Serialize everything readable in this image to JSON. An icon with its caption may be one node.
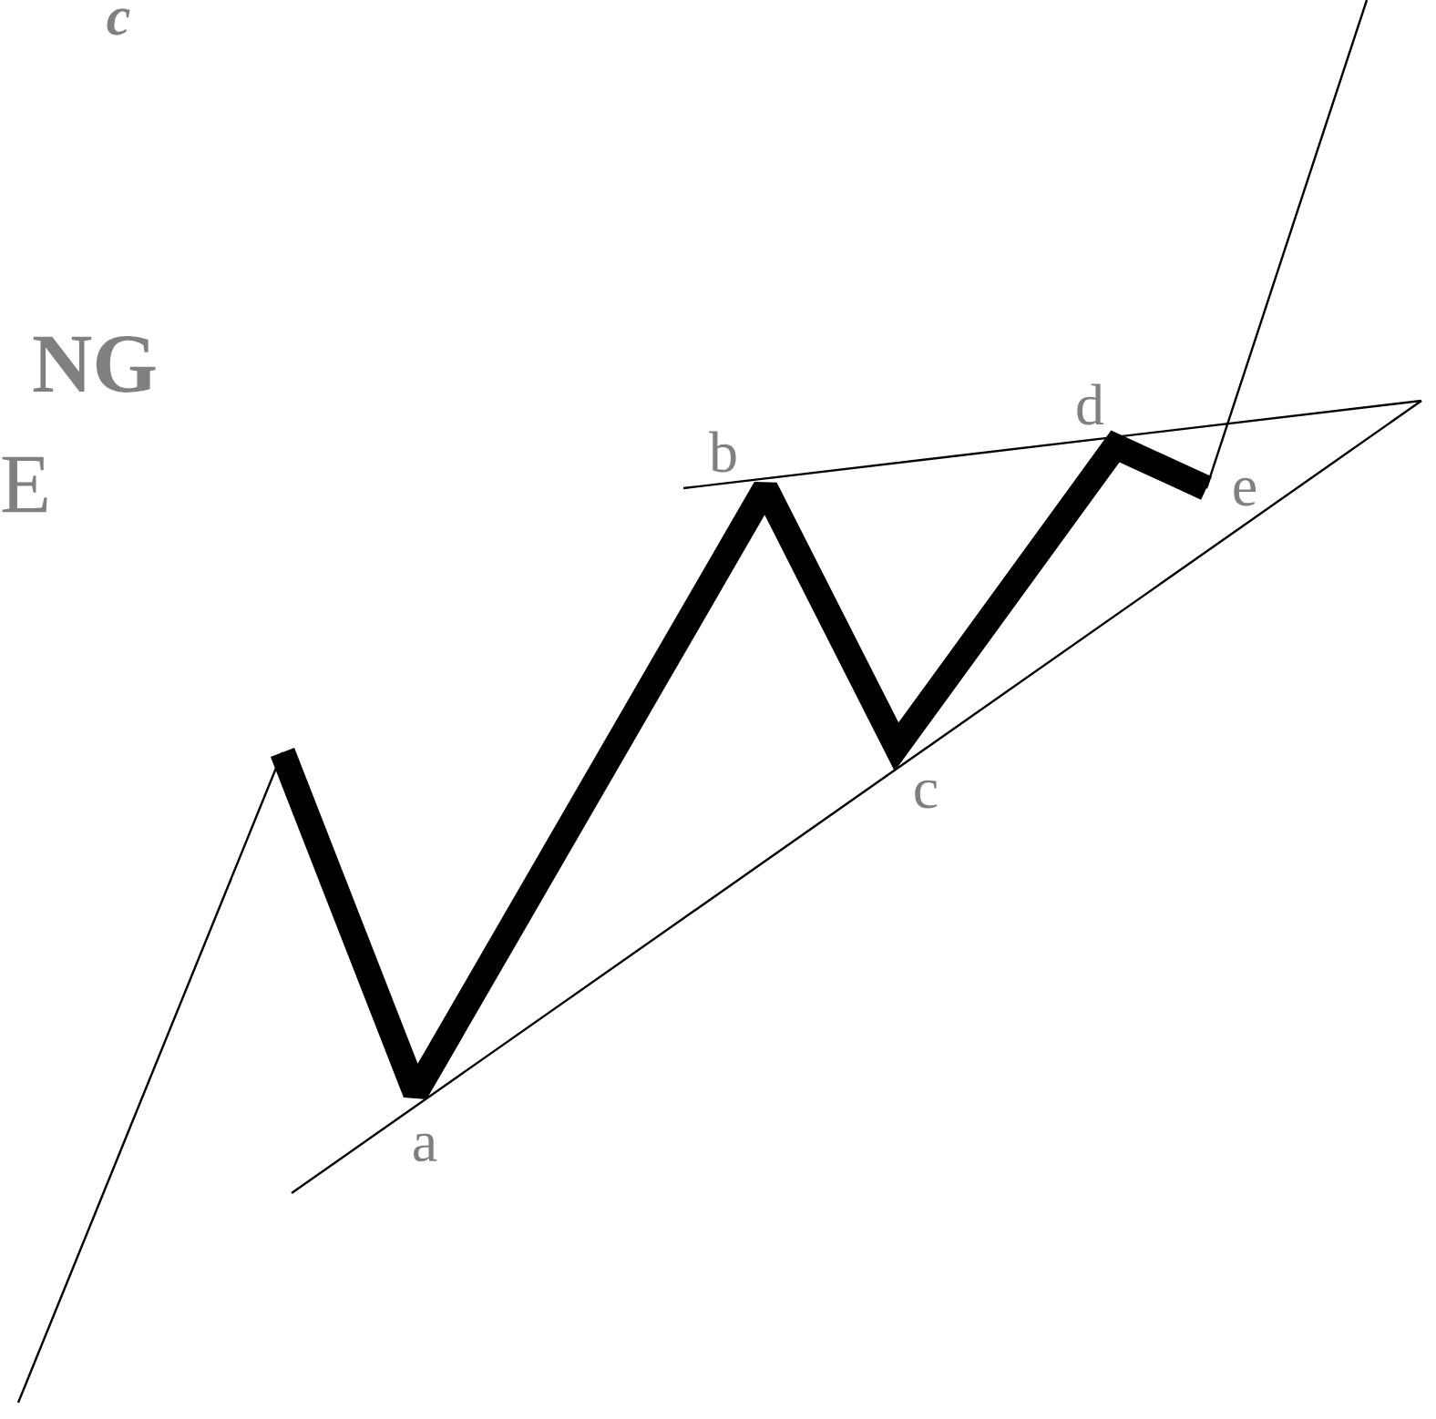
{
  "diagram": {
    "labels": [
      "c",
      "NG",
      "E",
      "b",
      "d",
      "e",
      "c",
      "a"
    ]
  }
}
